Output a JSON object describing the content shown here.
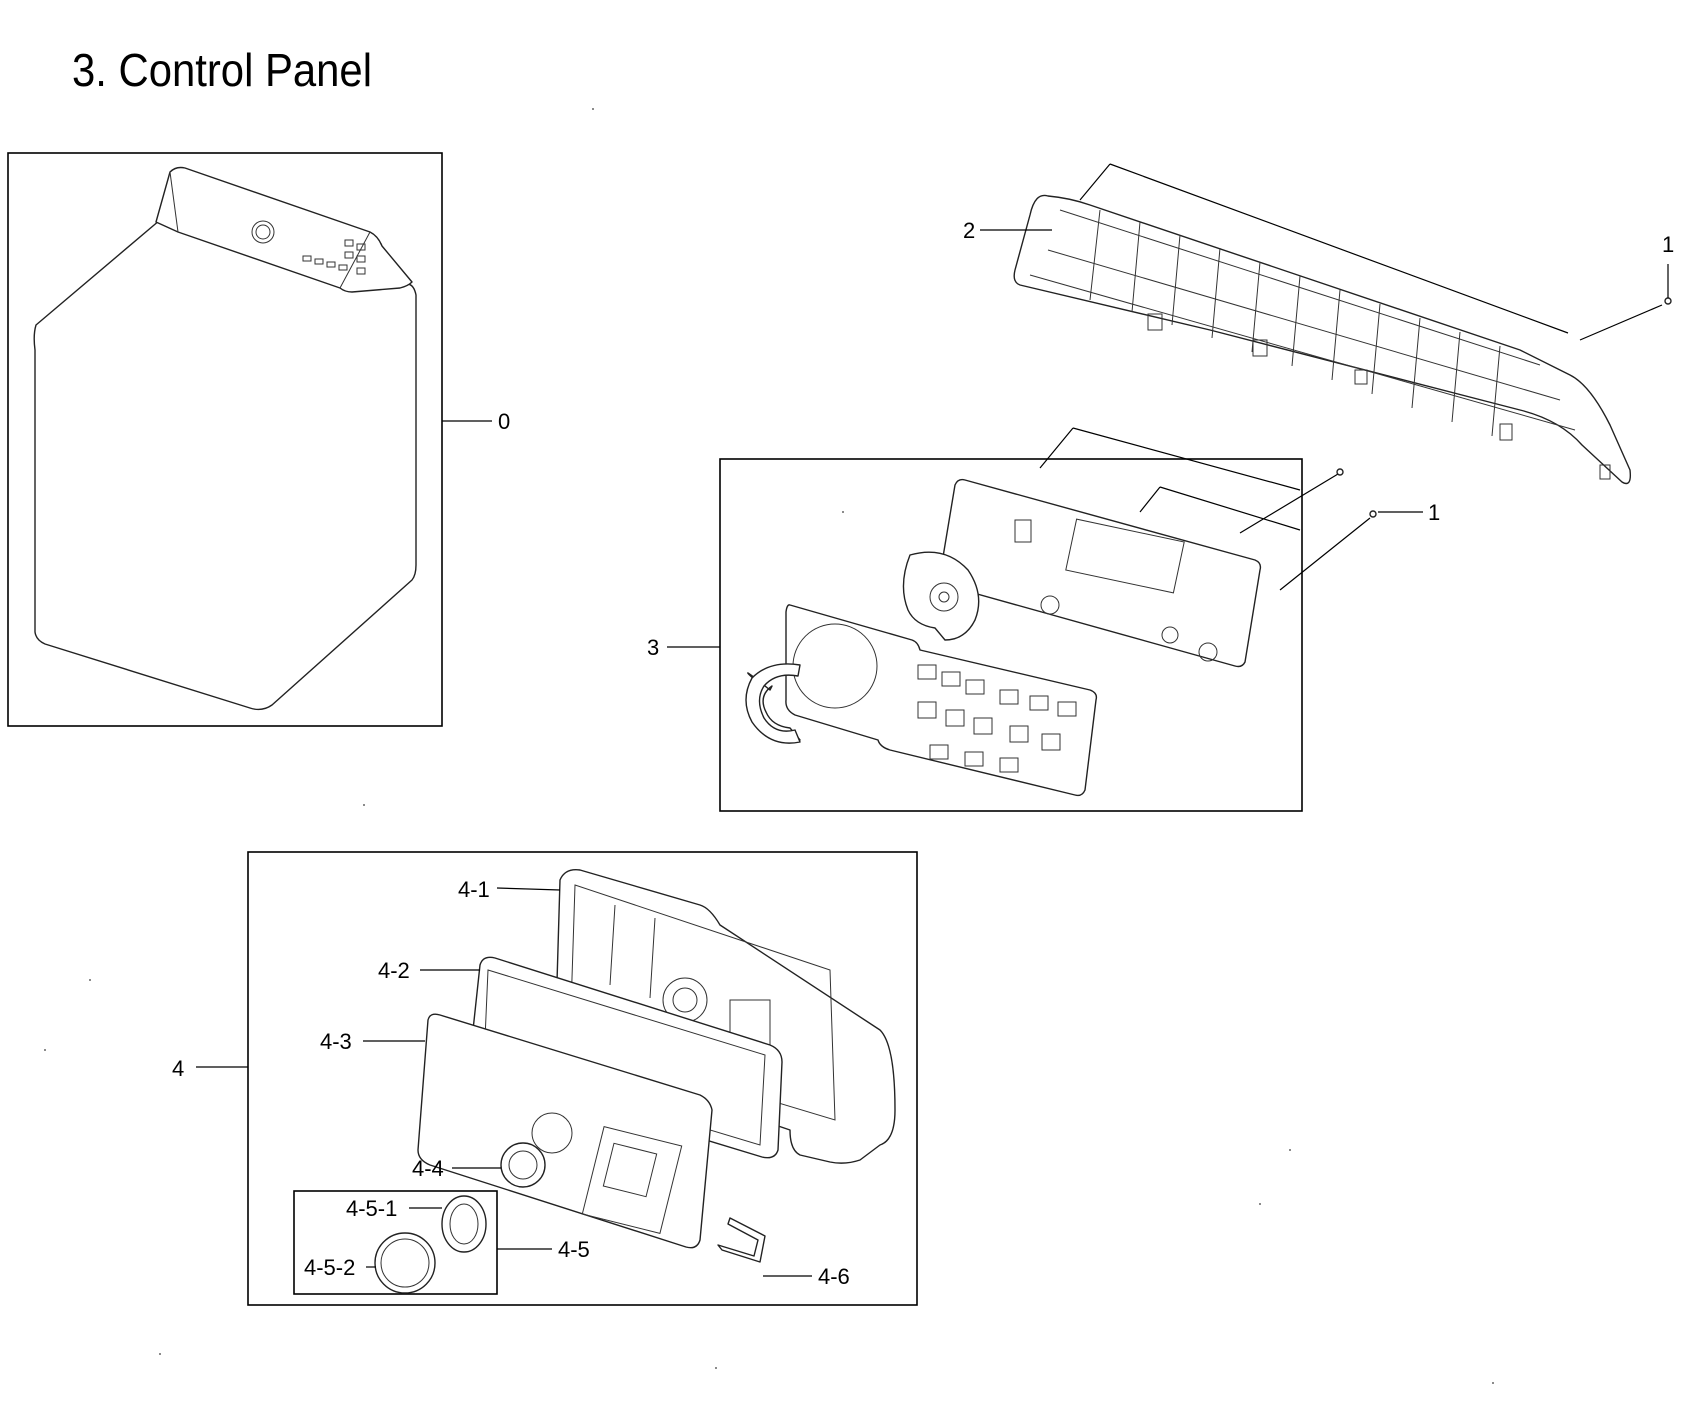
{
  "title": "3. Control Panel",
  "labels": {
    "p0": "0",
    "p1a": "1",
    "p1b": "1",
    "p2": "2",
    "p3": "3",
    "p4": "4",
    "p4_1": "4-1",
    "p4_2": "4-2",
    "p4_3": "4-3",
    "p4_4": "4-4",
    "p4_5": "4-5",
    "p4_5_1": "4-5-1",
    "p4_5_2": "4-5-2",
    "p4_6": "4-6"
  }
}
